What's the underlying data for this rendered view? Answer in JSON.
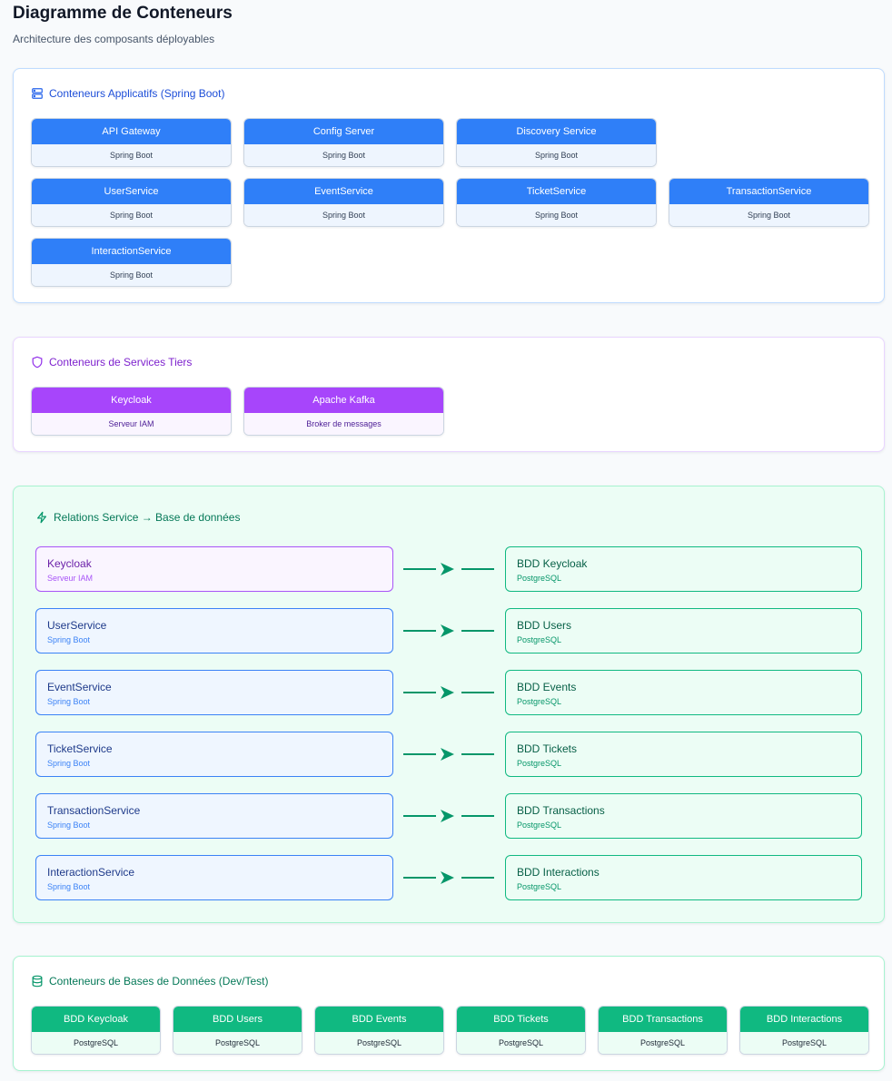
{
  "header": {
    "title": "Diagramme de Conteneurs",
    "subtitle": "Architecture des composants déployables"
  },
  "app_section": {
    "title": "Conteneurs Applicatifs (Spring Boot)",
    "icon": "server-icon",
    "color": "#1d4ed8",
    "cards": [
      {
        "name": "API Gateway",
        "type": "Spring Boot"
      },
      {
        "name": "Config Server",
        "type": "Spring Boot"
      },
      {
        "name": "Discovery Service",
        "type": "Spring Boot"
      },
      {
        "name": "UserService",
        "type": "Spring Boot"
      },
      {
        "name": "EventService",
        "type": "Spring Boot"
      },
      {
        "name": "TicketService",
        "type": "Spring Boot"
      },
      {
        "name": "TransactionService",
        "type": "Spring Boot"
      },
      {
        "name": "InteractionService",
        "type": "Spring Boot"
      }
    ]
  },
  "third_party_section": {
    "title": "Conteneurs de Services Tiers",
    "icon": "shield-icon",
    "color": "#7e22ce",
    "cards": [
      {
        "name": "Keycloak",
        "type": "Serveur IAM"
      },
      {
        "name": "Apache Kafka",
        "type": "Broker de messages"
      }
    ]
  },
  "relations_section": {
    "title": "Relations Service → Base de données",
    "icon": "lightning-icon",
    "color": "#047857",
    "rows": [
      {
        "service": "Keycloak",
        "service_type": "Serveur IAM",
        "kind": "third-party",
        "db": "BDD Keycloak",
        "db_type": "PostgreSQL"
      },
      {
        "service": "UserService",
        "service_type": "Spring Boot",
        "kind": "app",
        "db": "BDD Users",
        "db_type": "PostgreSQL"
      },
      {
        "service": "EventService",
        "service_type": "Spring Boot",
        "kind": "app",
        "db": "BDD Events",
        "db_type": "PostgreSQL"
      },
      {
        "service": "TicketService",
        "service_type": "Spring Boot",
        "kind": "app",
        "db": "BDD Tickets",
        "db_type": "PostgreSQL"
      },
      {
        "service": "TransactionService",
        "service_type": "Spring Boot",
        "kind": "app",
        "db": "BDD Transactions",
        "db_type": "PostgreSQL"
      },
      {
        "service": "InteractionService",
        "service_type": "Spring Boot",
        "kind": "app",
        "db": "BDD Interactions",
        "db_type": "PostgreSQL"
      }
    ]
  },
  "db_section": {
    "title": "Conteneurs de Bases de Données (Dev/Test)",
    "icon": "database-icon",
    "color": "#047857",
    "cards": [
      {
        "name": "BDD Keycloak",
        "type": "PostgreSQL"
      },
      {
        "name": "BDD Users",
        "type": "PostgreSQL"
      },
      {
        "name": "BDD Events",
        "type": "PostgreSQL"
      },
      {
        "name": "BDD Tickets",
        "type": "PostgreSQL"
      },
      {
        "name": "BDD Transactions",
        "type": "PostgreSQL"
      },
      {
        "name": "BDD Interactions",
        "type": "PostgreSQL"
      }
    ]
  }
}
